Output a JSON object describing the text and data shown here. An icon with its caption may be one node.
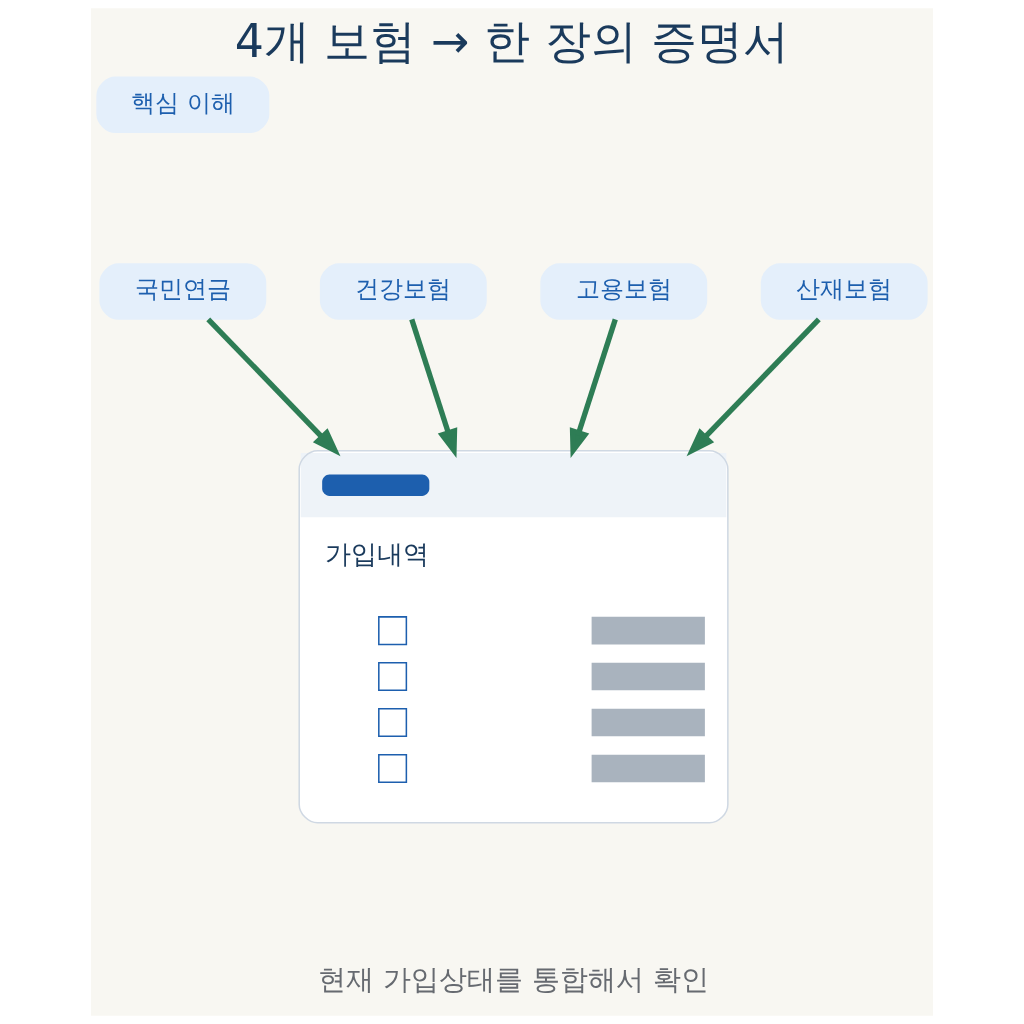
{
  "diagram": {
    "title": "4개 보험 → 한 장의 증명서",
    "caption": "현재 가입상태를 통합해서 확인",
    "nodes": [
      {
        "text": [
          "핵심 이해"
        ]
      },
      {
        "text": [
          "국민연금"
        ]
      },
      {
        "text": [
          "건강보험"
        ]
      },
      {
        "text": [
          "고용보험"
        ]
      },
      {
        "text": [
          "산재보험"
        ]
      },
      {
        "text": [
          "가입내역"
        ]
      }
    ],
    "edges": [
      {
        "from": 1,
        "to": 5,
        "arrow": "to"
      },
      {
        "from": 2,
        "to": 5,
        "arrow": "to"
      },
      {
        "from": 3,
        "to": 5,
        "arrow": "to"
      },
      {
        "from": 4,
        "to": 5,
        "arrow": "to"
      }
    ]
  }
}
